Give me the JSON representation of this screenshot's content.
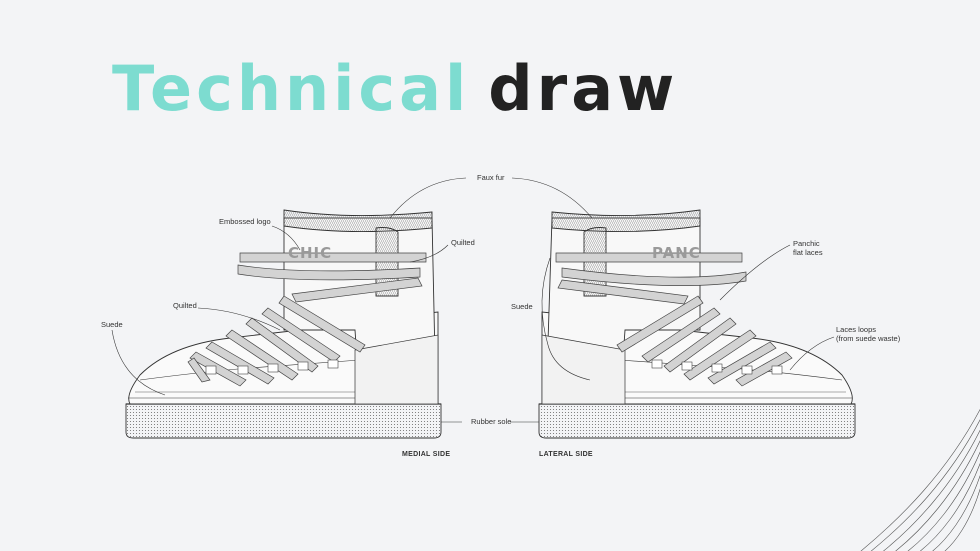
{
  "title": {
    "part1": "Technical",
    "part2": "draw"
  },
  "labels": {
    "faux_fur": "Faux fur",
    "embossed_logo": "Embossed logo",
    "quilted_left_upper": "Quilted",
    "quilted_left_lower": "Quilted",
    "suede_left": "Suede",
    "suede_right": "Suede",
    "rubber_sole": "Rubber sole",
    "panchic_flat_laces": "Panchic\nflat laces",
    "laces_loops": "Laces loops\n(from suede waste)",
    "medial_side": "MEDIAL SIDE",
    "lateral_side": "LATERAL SIDE"
  },
  "logos": {
    "left_boot": "CHIC",
    "right_boot": "PANC"
  },
  "colors": {
    "accent": "#7ddcd0",
    "dark": "#222222",
    "line": "#333333",
    "lace": "#cfcfcf"
  }
}
